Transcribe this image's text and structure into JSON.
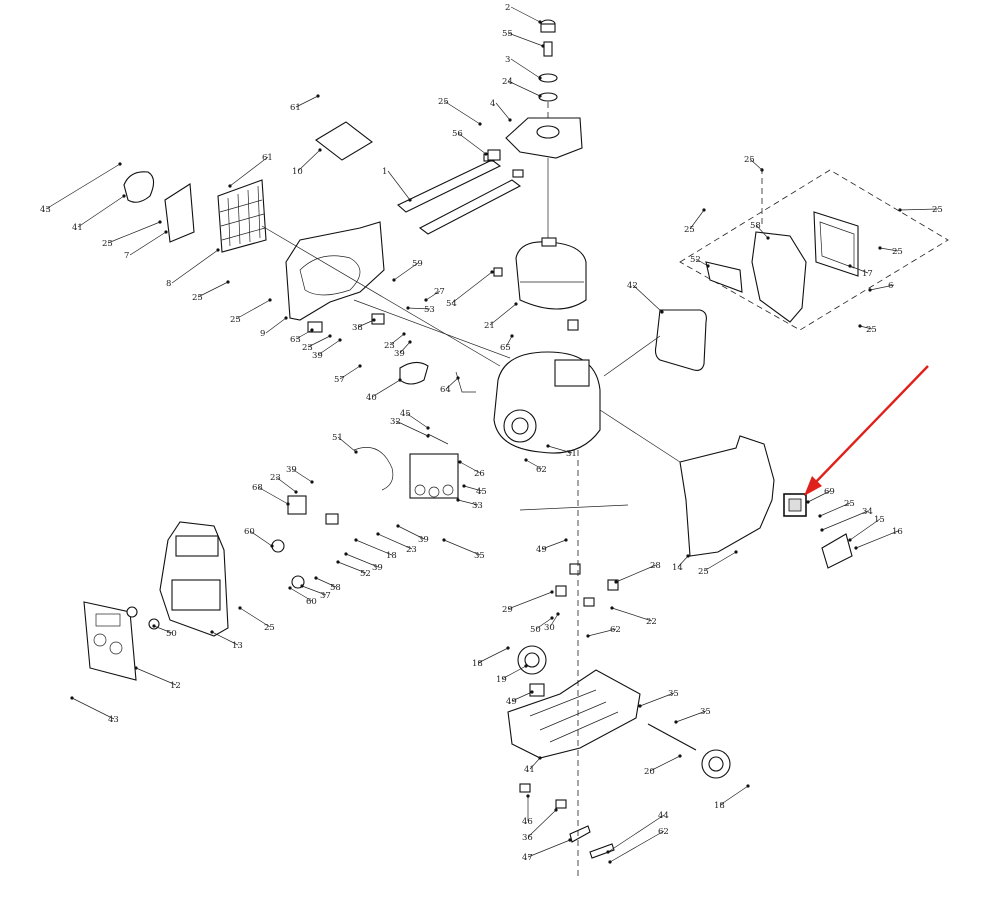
{
  "diagram": {
    "kind": "exploded-parts-view",
    "callout_labels": [
      "1",
      "2",
      "3",
      "4",
      "6",
      "7",
      "8",
      "9",
      "10",
      "12",
      "13",
      "14",
      "15",
      "16",
      "17",
      "18",
      "19",
      "20",
      "21",
      "22",
      "23",
      "24",
      "25",
      "26",
      "27",
      "28",
      "29",
      "30",
      "31",
      "32",
      "33",
      "34",
      "35",
      "36",
      "37",
      "38",
      "39",
      "40",
      "41",
      "42",
      "43",
      "44",
      "45",
      "46",
      "47",
      "49",
      "50",
      "51",
      "52",
      "53",
      "54",
      "55",
      "56",
      "57",
      "58",
      "59",
      "60",
      "61",
      "62",
      "63",
      "64",
      "65",
      "68",
      "69"
    ],
    "highlight": {
      "target_part": "69",
      "arrow_color": "#e0201b"
    },
    "colors": {
      "line": "#222222",
      "background": "#ffffff"
    }
  }
}
